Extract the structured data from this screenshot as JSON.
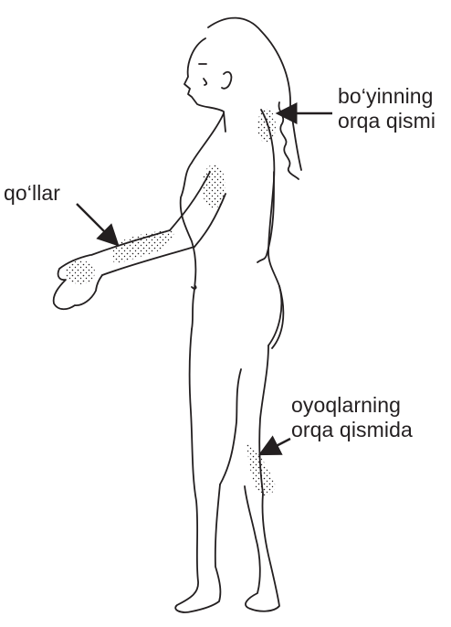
{
  "labels": {
    "hands": "qo‘llar",
    "neck_line1": "bo‘yinning",
    "neck_line2": "orqa qismi",
    "legs_line1": "oyoqlarning",
    "legs_line2": "orqa qismida"
  },
  "colors": {
    "ink": "#231f20",
    "background": "#ffffff"
  },
  "icons": {
    "figure": "human-figure-side-view-illustration",
    "arrow": "arrow-icon"
  }
}
